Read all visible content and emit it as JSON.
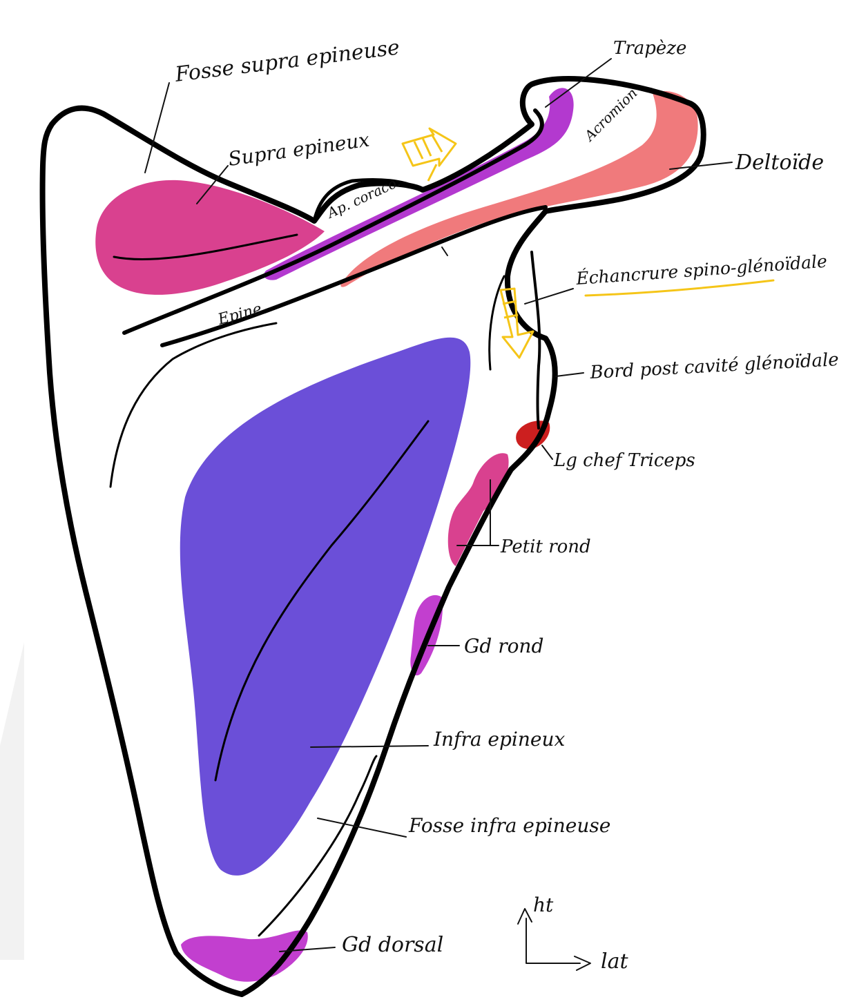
{
  "labels": {
    "fosse_supra": "Fosse supra epineuse",
    "supra_epineux": "Supra epineux",
    "trapeze": "Trapèze",
    "acromion": "Acromion",
    "deltoide": "Deltoïde",
    "ap_coraco": "Ap. coraco.",
    "epine": "Epine",
    "echancrure": "Échancrure spino-glénoïdale",
    "bord_post": "Bord post cavité glénoïdale",
    "lg_chef": "Lg chef Triceps",
    "petit_rond": "Petit rond",
    "gd_rond": "Gd rond",
    "infra_epineux": "Infra epineux",
    "fosse_infra": "Fosse infra epineuse",
    "gd_dorsal": "Gd dorsal",
    "axis_up": "ht",
    "axis_right": "lat"
  },
  "colors": {
    "supra_epineux": "#d9418f",
    "trapeze": "#b339cf",
    "deltoide": "#f07a7c",
    "infra_epineux": "#6b4fd8",
    "lg_chef_triceps": "#cc1f1f",
    "petit_rond": "#d9418f",
    "gd_rond": "#c23fcf",
    "gd_dorsal": "#c23fcf",
    "nerve_arrows": "#f5c518",
    "outline": "#000000"
  }
}
